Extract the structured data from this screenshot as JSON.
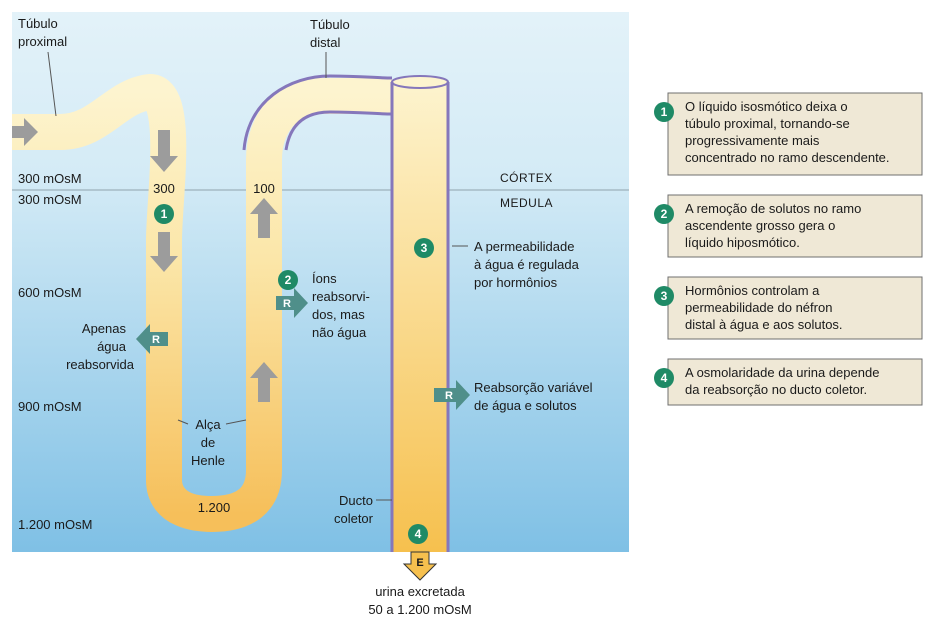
{
  "labels": {
    "proximal": [
      "Túbulo",
      "proximal"
    ],
    "distal": [
      "Túbulo",
      "distal"
    ],
    "henle": [
      "Alça",
      "de",
      "Henle"
    ],
    "duct": [
      "Ducto",
      "coletor"
    ],
    "only_water": [
      "Apenas",
      "água",
      "reabsorvida"
    ],
    "ions": [
      "Íons",
      "reabsorvi-",
      "dos, mas",
      "não água"
    ],
    "permeability": [
      "A permeabilidade",
      "à água é regulada",
      "por hormônios"
    ],
    "variable": [
      "Reabsorção variável",
      "de água e solutos"
    ],
    "urine": [
      "urina excretada",
      "50 a 1.200 mOsM"
    ]
  },
  "zones": {
    "cortex": "CÓRTEX",
    "medulla": "MEDULA"
  },
  "osmolarity": [
    "300 mOsM",
    "300 mOsM",
    "600 mOsM",
    "900 mOsM",
    "1.200 mOsM"
  ],
  "tubule_values": {
    "desc": "300",
    "asc": "100",
    "bottom": "1.200"
  },
  "badges": {
    "r": "R",
    "e": "E",
    "n1": "1",
    "n2": "2",
    "n3": "3",
    "n4": "4"
  },
  "legend": [
    {
      "num": "1",
      "lines": [
        "O líquido isosmótico deixa o",
        "túbulo proximal, tornando-se",
        "progressivamente mais",
        "concentrado no ramo descendente."
      ]
    },
    {
      "num": "2",
      "lines": [
        "A remoção de solutos no ramo",
        "ascendente grosso gera o",
        "líquido hiposmótico."
      ]
    },
    {
      "num": "3",
      "lines": [
        "Hormônios controlam a",
        "permeabilidade do néfron",
        "distal à água e aos solutos."
      ]
    },
    {
      "num": "4",
      "lines": [
        "A osmolaridade da urina depende",
        "da reabsorção no ducto coletor."
      ]
    }
  ],
  "colors": {
    "cortex_bg": "#dff0f8",
    "medulla_bg_bottom": "#82c2e6",
    "tubule_light": "#fdf3cc",
    "tubule_dark": "#f7c766",
    "duct_border": "#8577bb",
    "badge_green": "#1f8a66",
    "arrow_teal": "#4f8f8a",
    "legend_bg": "#efe8d6"
  }
}
